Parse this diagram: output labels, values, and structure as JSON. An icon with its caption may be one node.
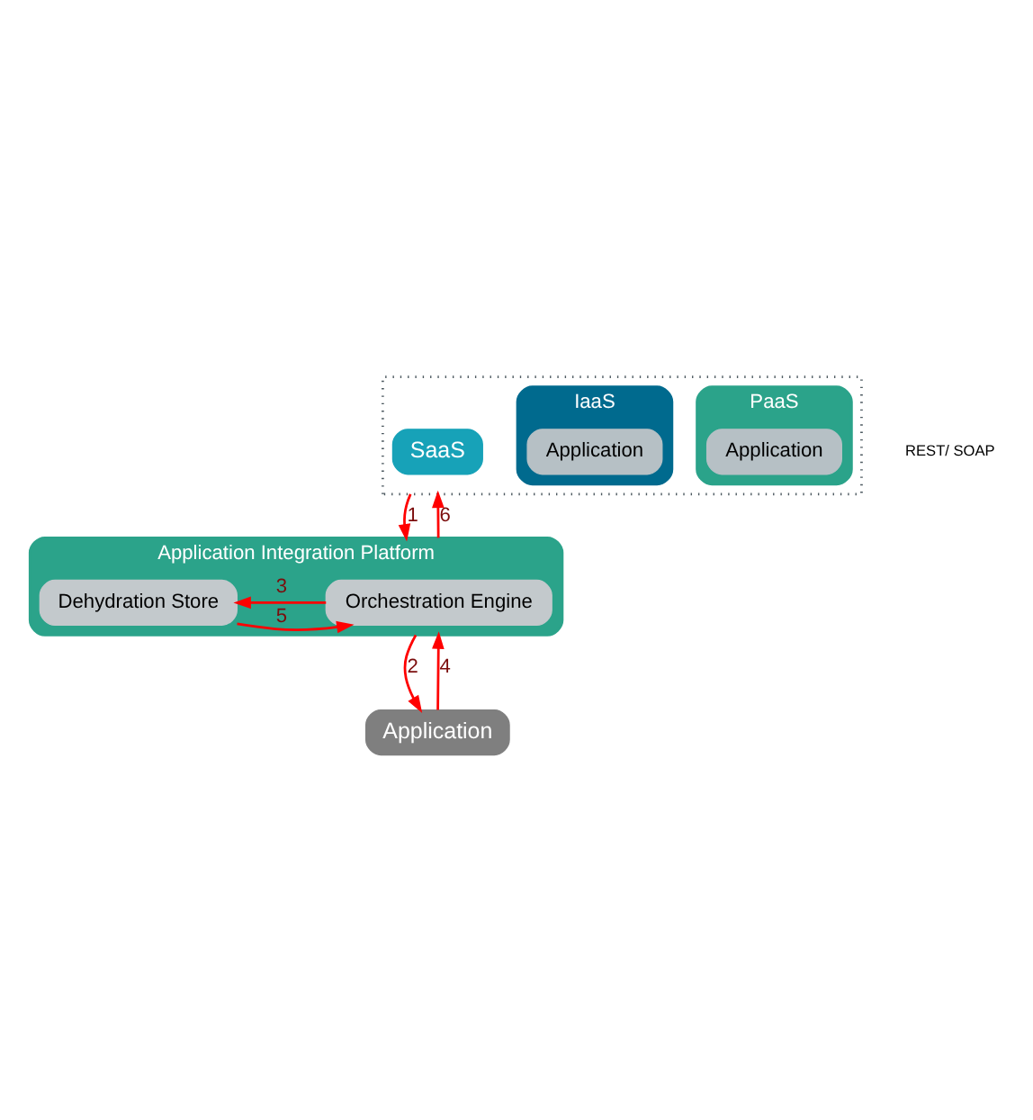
{
  "diagram": {
    "nodes": [
      {
        "text": [],
        "shape": "box"
      },
      {
        "text": [
          "SaaS"
        ],
        "in": 0
      },
      {
        "text": [
          "PaaS"
        ],
        "in": 0
      },
      {
        "text": [
          "Application"
        ],
        "in": 2
      },
      {
        "text": [
          "IaaS"
        ],
        "in": 0
      },
      {
        "text": [
          "Application"
        ],
        "in": 4
      },
      {
        "text": [
          "Application Integration Platform"
        ]
      },
      {
        "text": [
          "Orchestration Engine"
        ],
        "in": 6
      },
      {
        "text": [
          "Dehydration Store"
        ],
        "in": 6
      },
      {
        "text": [
          "Application"
        ]
      }
    ],
    "edges": [
      {
        "from": 0,
        "to": 6,
        "arrow": "to",
        "label": "1",
        "color": "#ff0000"
      },
      {
        "from": 6,
        "to": 9,
        "arrow": "to",
        "label": "2",
        "color": "#ff0000"
      },
      {
        "from": 7,
        "to": 8,
        "arrow": "to",
        "label": "3",
        "color": "#ff0000"
      },
      {
        "from": 9,
        "to": 6,
        "arrow": "to",
        "label": "4",
        "color": "#ff0000"
      },
      {
        "from": 8,
        "to": 7,
        "arrow": "to",
        "label": "5",
        "color": "#ff0000"
      },
      {
        "from": 6,
        "to": 0,
        "arrow": "to",
        "label": "6",
        "color": "#ff0000"
      }
    ],
    "labels": [
      "REST/ SOAP"
    ]
  }
}
